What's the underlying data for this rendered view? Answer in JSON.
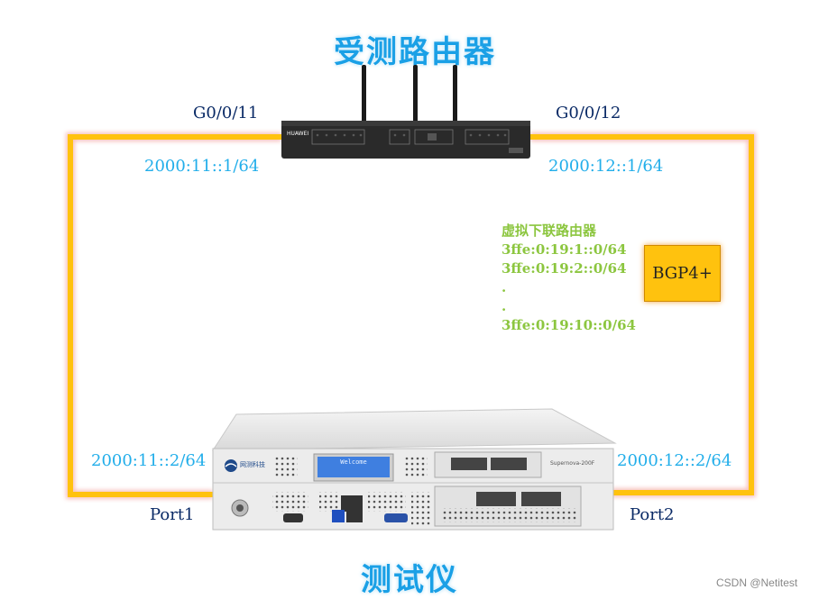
{
  "top_title": "受测路由器",
  "bottom_title": "测试仪",
  "router": {
    "brand": "HUAWEI",
    "port_left": "G0/0/11",
    "port_right": "G0/0/12",
    "ip_left": "2000:11::1/64",
    "ip_right": "2000:12::1/64"
  },
  "tester": {
    "brand": "网测科技",
    "lcd_text": "Welcome",
    "model": "Supernova-200F",
    "port1_label": "Port1",
    "port2_label": "Port2",
    "port1_ip": "2000:11::2/64",
    "port2_ip": "2000:12::2/64"
  },
  "virtual_routers": {
    "title": "虚拟下联路由器",
    "lines": [
      "3ffe:0:19:1::0/64",
      "3ffe:0:19:2::0/64",
      ".",
      ".",
      "3ffe:0:19:10::0/64"
    ]
  },
  "bgp_box": "BGP4+",
  "watermark": "CSDN @Netitest",
  "colors": {
    "link": "#ffc20e",
    "title": "#1aa0e6",
    "ip_text": "#22aeea",
    "virtual_text": "#8cc63f"
  }
}
